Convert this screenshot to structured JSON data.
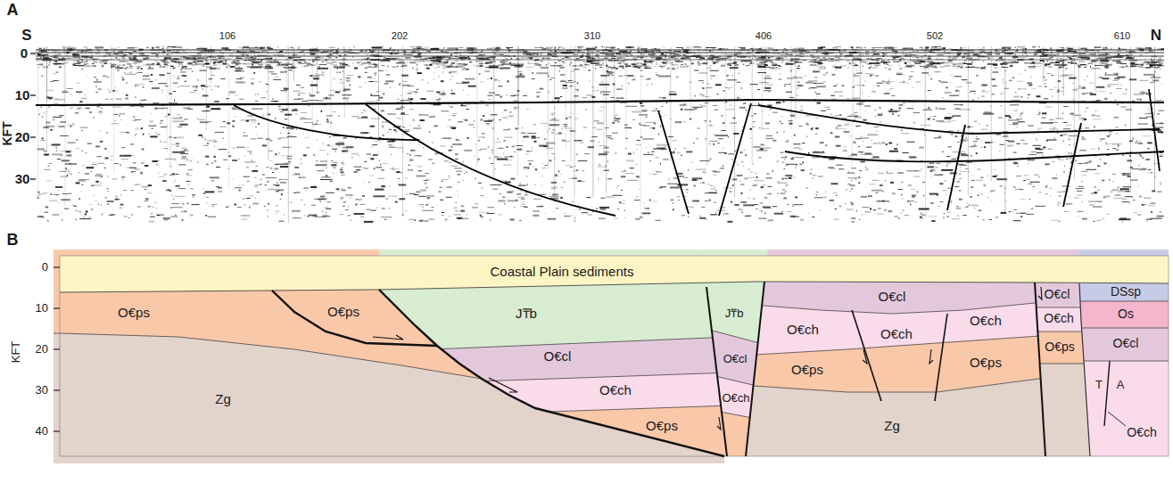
{
  "diagram": {
    "labels": [
      "A",
      "S",
      "106",
      "202",
      "310",
      "406",
      "502",
      "610",
      "N",
      "0",
      "10",
      "20",
      "30",
      "KFT",
      "B",
      "0",
      "10",
      "20",
      "30",
      "40",
      "KFT",
      "Coastal Plain sediments",
      "O€ps",
      "O€ps",
      "J₸b",
      "Zg",
      "O€cl",
      "O€ch",
      "O€ps",
      "J₸b",
      "O€cl",
      "O€ch",
      "O€cl",
      "O€ch",
      "O€ch",
      "O€ch",
      "O€ps",
      "O€ps",
      "Zg",
      "O€cl",
      "O€ch",
      "O€ps",
      "DSsp",
      "Os",
      "O€cl",
      "T",
      "A",
      "O€ch"
    ]
  }
}
